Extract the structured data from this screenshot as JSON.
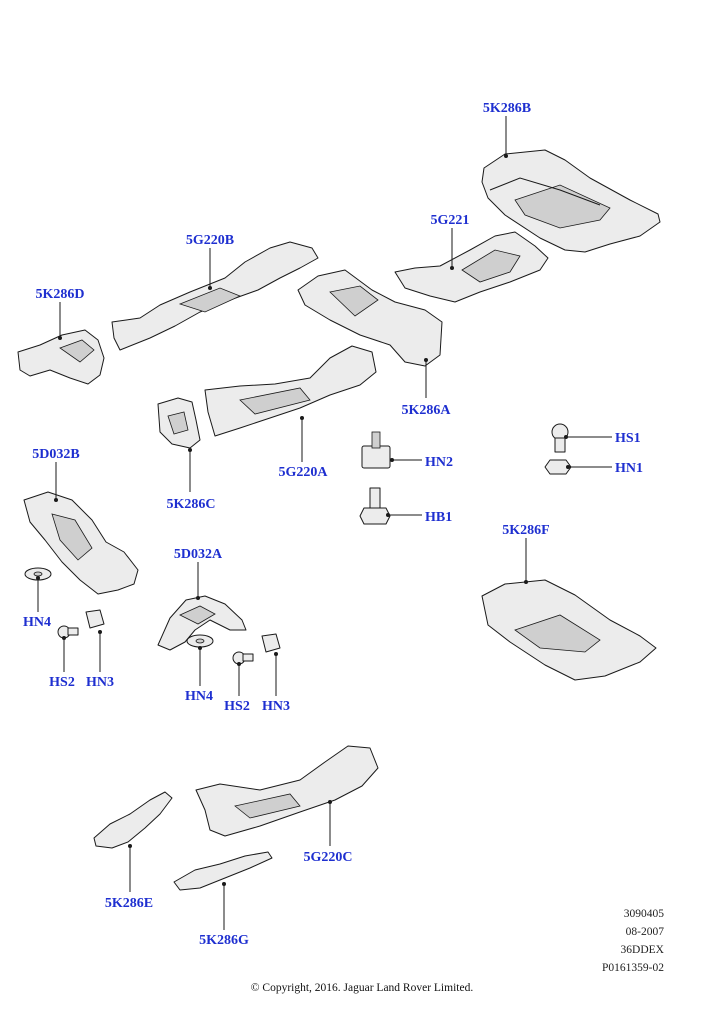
{
  "colors": {
    "label": "#1e2fd0",
    "line": "#1a1a1a"
  },
  "labels": {
    "5K286B": "5K286B",
    "5G221": "5G221",
    "5G220B": "5G220B",
    "5K286D": "5K286D",
    "5K286A": "5K286A",
    "5K286C": "5K286C",
    "5G220A": "5G220A",
    "HS1": "HS1",
    "HN1": "HN1",
    "HN2": "HN2",
    "HB1": "HB1",
    "5D032B": "5D032B",
    "5K286F": "5K286F",
    "5D032A": "5D032A",
    "HN4_left": "HN4",
    "HS2_left": "HS2",
    "HN3_left": "HN3",
    "HN4_mid": "HN4",
    "HS2_mid": "HS2",
    "HN3_mid": "HN3",
    "5G220C": "5G220C",
    "5K286E": "5K286E",
    "5K286G": "5K286G"
  },
  "meta": {
    "ref": "3090405",
    "date": "08-2007",
    "code": "36DDEX",
    "pid": "P0161359-02"
  },
  "copyright": "© Copyright, 2016. Jaguar Land Rover Limited."
}
